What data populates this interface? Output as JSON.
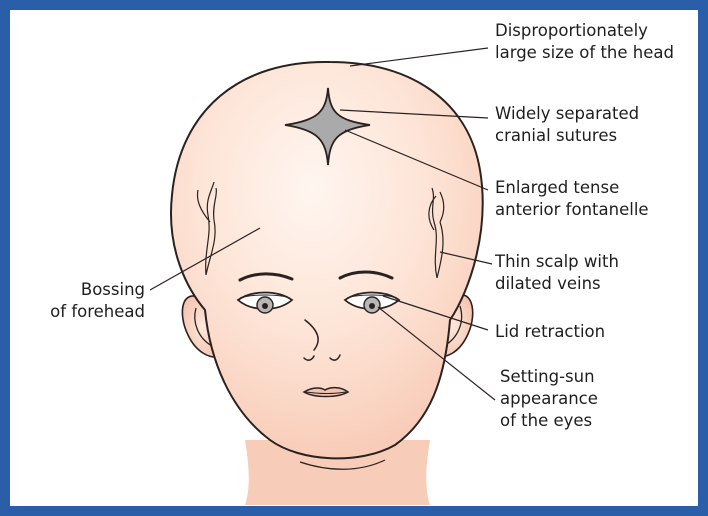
{
  "colors": {
    "frame": "#2b5ea8",
    "skin": "#fbd9c8",
    "skin_highlight": "#fff3ec",
    "outline": "#2a2220",
    "suture_fill": "#a9aaa9",
    "leader_line": "#2a2220"
  },
  "labels": {
    "head_size": {
      "line1": "Disproportionately",
      "line2": "large size of the head"
    },
    "sutures": {
      "line1": "Widely separated",
      "line2": "cranial sutures"
    },
    "fontanelle": {
      "line1": "Enlarged tense",
      "line2": "anterior fontanelle"
    },
    "scalp": {
      "line1": "Thin scalp with",
      "line2": "dilated veins"
    },
    "lid": {
      "line1": "Lid retraction"
    },
    "sun": {
      "line1": "Setting-sun",
      "line2": "appearance",
      "line3": "of the eyes"
    },
    "bossing": {
      "line1": "Bossing",
      "line2": "of forehead"
    }
  }
}
